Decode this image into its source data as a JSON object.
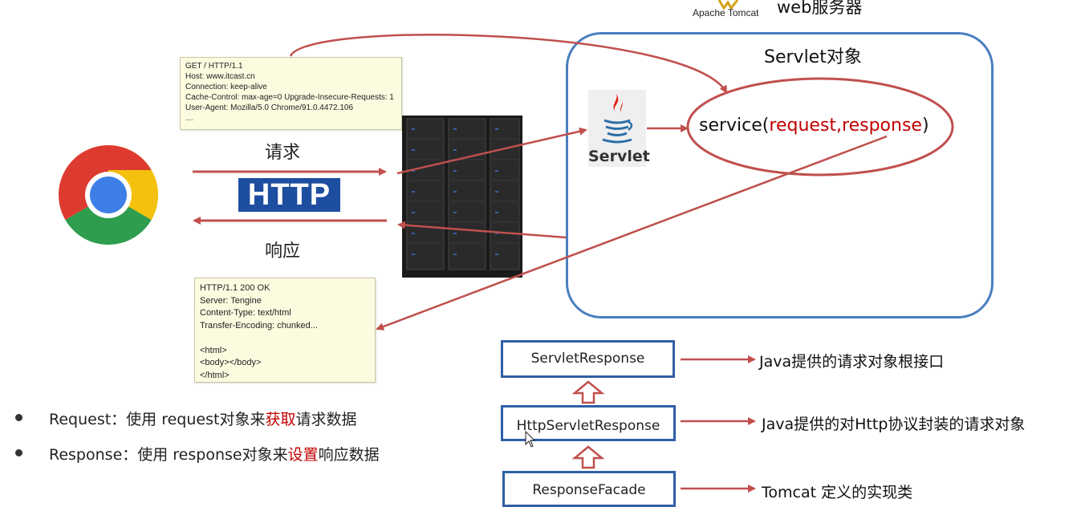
{
  "header": {
    "tomcat_label": "Apache Tomcat",
    "web_server_label": "web服务器"
  },
  "request_note": {
    "lines": [
      "GET / HTTP/1.1",
      "Host: www.itcast.cn",
      "Connection: keep-alive",
      "Cache-Control: max-age=0 Upgrade-Insecure-Requests: 1",
      "User-Agent: Mozilla/5.0 Chrome/91.0.4472.106",
      "…"
    ]
  },
  "response_note": {
    "lines": [
      "HTTP/1.1 200 OK",
      "Server: Tengine",
      "Content-Type: text/html",
      "Transfer-Encoding: chunked...",
      "",
      "<html>",
      "<body></body>",
      "</html>"
    ]
  },
  "flow": {
    "request_label": "请求",
    "http_label": "HTTP",
    "response_label": "响应"
  },
  "servlet": {
    "title": "Servlet对象",
    "logo_text": "Servlet",
    "service_prefix": "service(",
    "service_request": "request",
    "service_comma": ",",
    "service_response": "response",
    "service_suffix": ")"
  },
  "hierarchy": [
    {
      "class_name": "ServletResponse",
      "description": "Java提供的请求对象根接口"
    },
    {
      "class_name": "HttpServletResponse",
      "description": "Java提供的对Http协议封装的请求对象"
    },
    {
      "class_name": "ResponseFacade",
      "description": "Tomcat 定义的实现类"
    }
  ],
  "bullets": [
    {
      "before": "Request：使用 request对象来",
      "highlight": "获取",
      "after": "请求数据"
    },
    {
      "before": "Response：使用 response对象来",
      "highlight": "设置",
      "after": "响应数据"
    }
  ],
  "colors": {
    "arrow_red": "#c0504d",
    "box_blue": "#4a7fc0",
    "class_border_blue": "#2f5fa6",
    "http_badge_blue": "#1e4ea0",
    "highlight_red": "#c00000",
    "note_yellow": "#fcfbe0"
  },
  "icons": [
    "chrome-logo-icon",
    "server-rack-icon",
    "java-cup-icon",
    "tomcat-cat-icon",
    "mouse-cursor-icon"
  ]
}
